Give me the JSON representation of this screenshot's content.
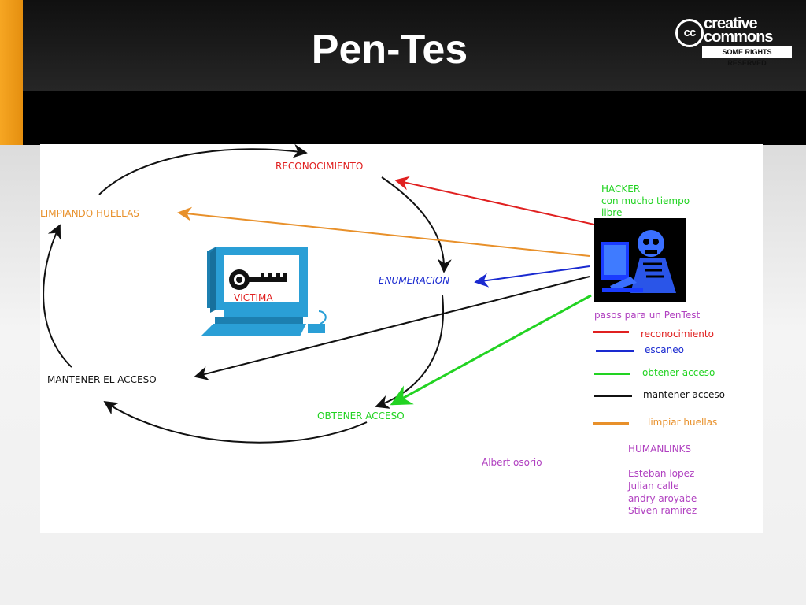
{
  "slide": {
    "title": "Pen-Tes",
    "logo": {
      "cc_mark": "cc",
      "word1": "creative",
      "word2": "commons",
      "rights": "SOME RIGHTS RESERVED"
    }
  },
  "diagram": {
    "cycle": {
      "reconocimiento": "RECONOCIMIENTO",
      "enumeracion": "ENUMERACION",
      "obtener_acceso": "OBTENER ACCESO",
      "mantener_acceso": "MANTENER EL ACCESO",
      "limpiando_huellas": "LIMPIANDO HUELLAS"
    },
    "victim_label": "VICTIMA",
    "hacker": {
      "line1": "HACKER",
      "line2": "con mucho tiempo",
      "line3": "libre"
    },
    "legend": {
      "title": "pasos para un PenTest",
      "items": [
        {
          "label": "reconocimiento",
          "color": "#e02020"
        },
        {
          "label": "escaneo",
          "color": "#1a2ad0"
        },
        {
          "label": "obtener acceso",
          "color": "#22d322"
        },
        {
          "label": "mantener acceso",
          "color": "#111111"
        },
        {
          "label": "limpiar huellas",
          "color": "#e8902a"
        }
      ]
    },
    "author": "Albert osorio",
    "team": {
      "name": "HUMANLINKS",
      "members": [
        "Esteban lopez",
        "Julian calle",
        "andry aroyabe",
        "Stiven ramirez"
      ]
    },
    "colors": {
      "red": "#e02020",
      "blue": "#1a2ad0",
      "green": "#22d322",
      "black": "#111111",
      "orange": "#e8902a",
      "purple": "#b040c0",
      "monitor_blue": "#2a9fd6"
    }
  }
}
